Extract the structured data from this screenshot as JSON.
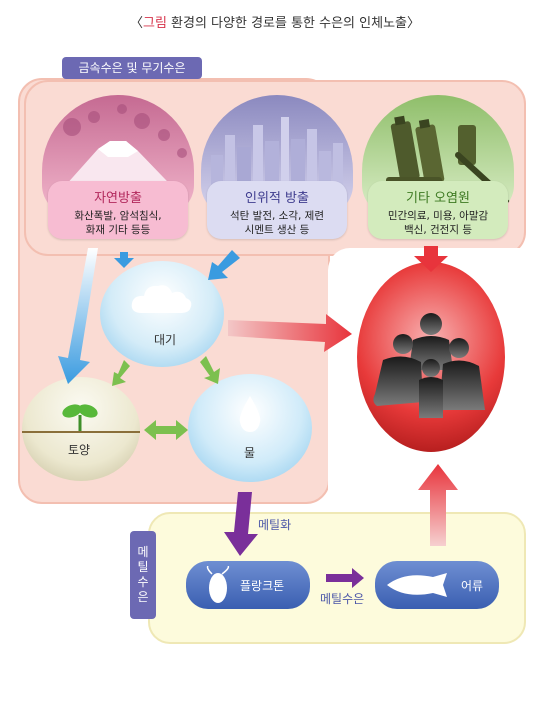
{
  "title": {
    "bracket_open": "〈",
    "accent": "그림",
    "text": "환경의 다양한 경로를 통한 수은의 인체노출",
    "bracket_close": "〉"
  },
  "sections": {
    "top_tag": "금속수은 및 무기수은",
    "side_tag": [
      "메",
      "틸",
      "수",
      "은"
    ]
  },
  "sources": [
    {
      "title": "자연방출",
      "desc_line1": "화산폭발, 암석침식,",
      "desc_line2": "화재 기타 등등"
    },
    {
      "title": "인위적 방출",
      "desc_line1": "석탄 발전, 소각, 제련",
      "desc_line2": "시멘트 생산 등"
    },
    {
      "title": "기타 오염원",
      "desc_line1": "민간의료, 미용, 아말감",
      "desc_line2": "백신, 건전지 등"
    }
  ],
  "nodes": {
    "air": "대기",
    "soil": "토양",
    "water": "물",
    "plankton": "플랑크톤",
    "fish": "어류"
  },
  "edges": {
    "methylation": "메틸화",
    "methylmercury": "메틸수은"
  },
  "colors": {
    "pink_region": "#fadbd3",
    "yellow_region": "#fdfbdc",
    "tag": "#6c69b3",
    "arrow_red": "#e8343c",
    "arrow_blue": "#3a9be0",
    "arrow_green": "#7cc04f",
    "arrow_purple": "#7a2f9a"
  }
}
